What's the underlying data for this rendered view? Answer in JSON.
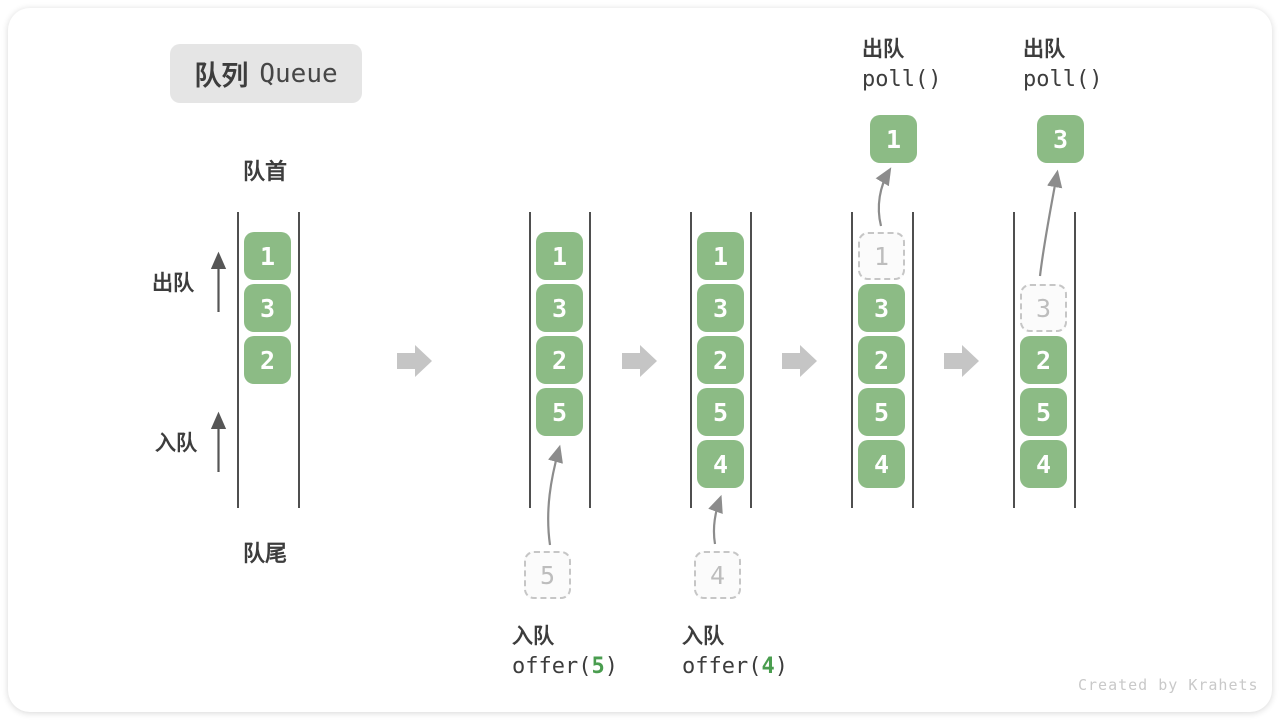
{
  "title": {
    "zh": "队列",
    "en": "Queue"
  },
  "side": {
    "front": "队首",
    "rear": "队尾",
    "dequeue": "出队",
    "enqueue": "入队"
  },
  "columns": [
    {
      "items": [
        {
          "v": "1"
        },
        {
          "v": "3"
        },
        {
          "v": "2"
        }
      ]
    },
    {
      "items": [
        {
          "v": "1"
        },
        {
          "v": "3"
        },
        {
          "v": "2"
        },
        {
          "v": "5"
        }
      ],
      "pending": "5",
      "caption_zh": "入队",
      "call_prefix": "offer(",
      "call_arg": "5",
      "call_suffix": ")"
    },
    {
      "items": [
        {
          "v": "1"
        },
        {
          "v": "3"
        },
        {
          "v": "2"
        },
        {
          "v": "5"
        },
        {
          "v": "4"
        }
      ],
      "pending": "4",
      "caption_zh": "入队",
      "call_prefix": "offer(",
      "call_arg": "4",
      "call_suffix": ")"
    },
    {
      "items": [
        {
          "v": "1",
          "removed": true
        },
        {
          "v": "3"
        },
        {
          "v": "2"
        },
        {
          "v": "5"
        },
        {
          "v": "4"
        }
      ],
      "header_zh": "出队",
      "header_call": "poll()",
      "result": "1"
    },
    {
      "items": [
        {
          "v": "3",
          "removed": true
        },
        {
          "v": "2"
        },
        {
          "v": "5"
        },
        {
          "v": "4"
        }
      ],
      "header_zh": "出队",
      "header_call": "poll()",
      "result": "3"
    }
  ],
  "watermark": "Created by Krahets",
  "colors": {
    "item_green": "#8cbb85",
    "accent_green": "#4a9d4f",
    "block_arrow_gray": "#c5c5c5",
    "dashed_border": "#c6c6c6"
  }
}
